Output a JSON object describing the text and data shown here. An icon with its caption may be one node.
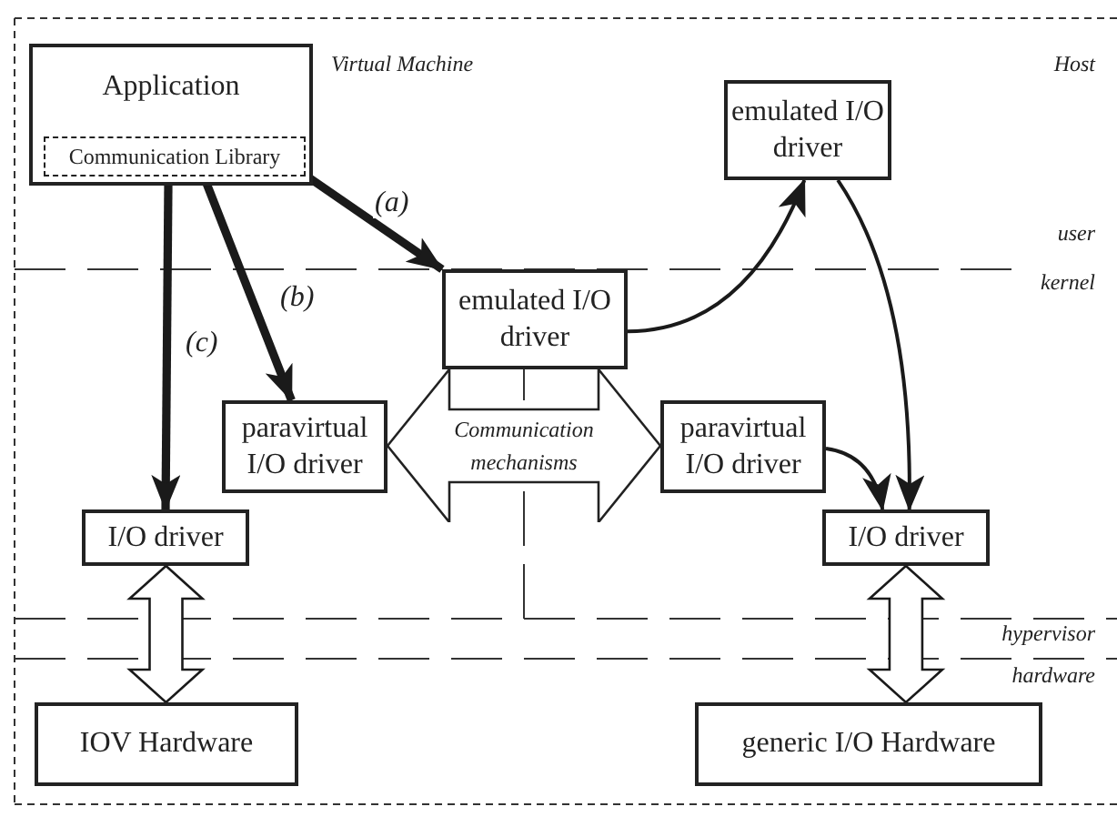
{
  "diagram": {
    "nodes": [
      {
        "text": [
          "Application"
        ]
      },
      {
        "text": [
          "Communication Library"
        ],
        "in": 0
      },
      {
        "text": [
          "emulated I/O driver"
        ]
      },
      {
        "text": [
          "emulated I/O driver"
        ]
      },
      {
        "text": [
          "paravirtual I/O driver"
        ]
      },
      {
        "text": [
          "Communication mechanisms"
        ]
      },
      {
        "text": [
          "paravirtual I/O driver"
        ]
      },
      {
        "text": [
          "I/O driver"
        ]
      },
      {
        "text": [
          "I/O driver"
        ]
      },
      {
        "text": [
          "IOV Hardware"
        ]
      },
      {
        "text": [
          "generic I/O Hardware"
        ]
      }
    ],
    "edges": [
      {
        "from": 1,
        "to": 3,
        "arrow": "to",
        "label": "(a)",
        "style": "thick"
      },
      {
        "from": 1,
        "to": 4,
        "arrow": "to",
        "label": "(b)",
        "style": "thick"
      },
      {
        "from": 1,
        "to": 7,
        "arrow": "to",
        "label": "(c)",
        "style": "thick"
      },
      {
        "from": 3,
        "to": 2,
        "arrow": "to"
      },
      {
        "from": 2,
        "to": 8,
        "arrow": "to"
      },
      {
        "from": 6,
        "to": 8,
        "arrow": "to"
      },
      {
        "from": 7,
        "to": 9,
        "arrow": "both"
      },
      {
        "from": 8,
        "to": 10,
        "arrow": "both"
      }
    ],
    "labels": [
      "Virtual Machine",
      "Host",
      "user",
      "kernel",
      "hypervisor",
      "hardware"
    ]
  }
}
